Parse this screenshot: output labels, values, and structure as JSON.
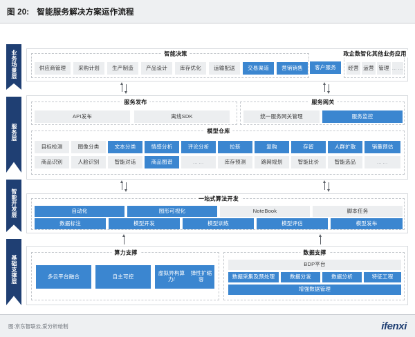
{
  "header": {
    "figure_label": "图 20:",
    "title": "智能服务解决方案运作流程"
  },
  "footer": {
    "source": "图:京东智联云,爱分析绘制",
    "logo": "ifenxi"
  },
  "colors": {
    "accent_blue": "#3b86d0",
    "ribbon_navy": "#1f3f73",
    "chip_gray": "#eceef0",
    "page_bg": "#eef0f2"
  },
  "layers": [
    {
      "id": "business-scenario",
      "ribbon": "业务场景层",
      "groups": [
        {
          "id": "intelligent-decision",
          "title": "智能决策",
          "rows": [
            [
              {
                "label": "供应商管理",
                "style": "gray"
              },
              {
                "label": "采购计划",
                "style": "gray"
              },
              {
                "label": "生产制造",
                "style": "gray"
              },
              {
                "label": "产品设计",
                "style": "gray"
              },
              {
                "label": "库存优化",
                "style": "gray"
              },
              {
                "label": "运输配送",
                "style": "gray"
              },
              {
                "label": "交易渠道",
                "style": "blue"
              },
              {
                "label": "营销销售",
                "style": "blue"
              },
              {
                "label": "客户服务",
                "style": "blue"
              }
            ]
          ]
        },
        {
          "id": "gov-enterprise-other-apps",
          "title": "政企数智化其他业务应用",
          "rows": [
            [
              {
                "label": "经营",
                "style": "gray"
              },
              {
                "label": "运营",
                "style": "gray"
              },
              {
                "label": "管理",
                "style": "gray"
              },
              {
                "label": "……",
                "style": "gray"
              }
            ]
          ]
        }
      ]
    },
    {
      "id": "service",
      "ribbon": "服务层",
      "groups": [
        {
          "id": "service-publish",
          "title": "服务发布",
          "rows": [
            [
              {
                "label": "API发布",
                "style": "gray"
              },
              {
                "label": "离线SDK",
                "style": "gray"
              }
            ]
          ]
        },
        {
          "id": "service-gateway",
          "title": "服务网关",
          "rows": [
            [
              {
                "label": "统一服务网关管理",
                "style": "gray"
              },
              {
                "label": "服务监控",
                "style": "blue"
              }
            ]
          ]
        },
        {
          "id": "model-repository",
          "title": "模型仓库",
          "rows": [
            [
              {
                "label": "目标检测",
                "style": "gray"
              },
              {
                "label": "图像分类",
                "style": "gray"
              },
              {
                "label": "文本分类",
                "style": "blue"
              },
              {
                "label": "情感分析",
                "style": "blue"
              },
              {
                "label": "评论分析",
                "style": "blue"
              },
              {
                "label": "拉新",
                "style": "blue"
              },
              {
                "label": "复购",
                "style": "blue"
              },
              {
                "label": "存留",
                "style": "blue"
              },
              {
                "label": "人群扩散",
                "style": "blue"
              },
              {
                "label": "销量预估",
                "style": "blue"
              }
            ],
            [
              {
                "label": "商品识别",
                "style": "gray"
              },
              {
                "label": "人脸识别",
                "style": "gray"
              },
              {
                "label": "智能对话",
                "style": "gray"
              },
              {
                "label": "商品图谱",
                "style": "blue"
              },
              {
                "label": "……",
                "style": "gray"
              },
              {
                "label": "库存预测",
                "style": "gray"
              },
              {
                "label": "路网规划",
                "style": "gray"
              },
              {
                "label": "智能比价",
                "style": "gray"
              },
              {
                "label": "智能选品",
                "style": "gray"
              },
              {
                "label": "……",
                "style": "gray"
              }
            ]
          ]
        }
      ]
    },
    {
      "id": "intelligent-development",
      "ribbon": "智能开发层",
      "groups": [
        {
          "id": "one-stop-algorithm-development",
          "title": "一站式算法开发",
          "rows": [
            [
              {
                "label": "自动化",
                "style": "blue"
              },
              {
                "label": "图形可视化",
                "style": "blue"
              },
              {
                "label": "NoteBook",
                "style": "gray"
              },
              {
                "label": "脚本任务",
                "style": "gray"
              }
            ],
            [
              {
                "label": "数据标注",
                "style": "blue"
              },
              {
                "label": "模型开发",
                "style": "blue"
              },
              {
                "label": "模型训练",
                "style": "blue"
              },
              {
                "label": "模型评估",
                "style": "blue"
              },
              {
                "label": "模型发布",
                "style": "blue"
              }
            ]
          ]
        }
      ]
    },
    {
      "id": "infrastructure-support",
      "ribbon": "基础支撑层",
      "groups": [
        {
          "id": "compute-support",
          "title": "算力支撑",
          "rows": [
            [
              {
                "label": "多云平台融合",
                "style": "blue"
              },
              {
                "label": "自主可控",
                "style": "blue"
              },
              {
                "label": "虚拟异构算力/\n弹性扩缩容",
                "style": "blue"
              }
            ]
          ]
        },
        {
          "id": "data-support",
          "title": "数据支撑",
          "rows": [
            [
              {
                "label": "BDP平台",
                "style": "gray"
              }
            ],
            [
              {
                "label": "数据采集及预处理",
                "style": "blue"
              },
              {
                "label": "数据分发",
                "style": "blue"
              },
              {
                "label": "数据分析",
                "style": "blue"
              },
              {
                "label": "特征工程",
                "style": "blue"
              }
            ],
            [
              {
                "label": "增强数据管理",
                "style": "blue"
              }
            ]
          ]
        }
      ]
    }
  ]
}
